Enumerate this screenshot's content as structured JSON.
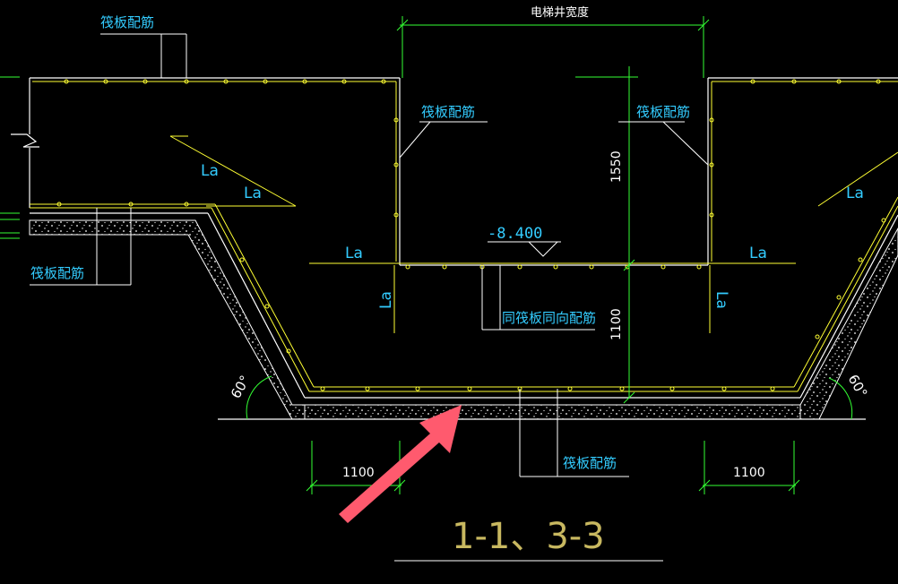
{
  "drawing": {
    "section_title": "1-1、3-3",
    "width_label": "电梯井宽度",
    "raft_rebar_label": "筏板配筋",
    "same_direction_label": "同筏板同向配筋",
    "anchorage_label": "La",
    "elevation": "-8.400",
    "dim_height_upper": "1550",
    "dim_height_lower": "1100",
    "dim_bottom_left": "1100",
    "dim_bottom_right": "1100",
    "angle_left": "60°",
    "angle_right": "60°"
  },
  "colors": {
    "background": "#000000",
    "outline": "#ffffff",
    "rebar": "#ffff33",
    "dimension": "#33ff33",
    "label": "#33ccff",
    "arrow": "#ff5a6e"
  }
}
